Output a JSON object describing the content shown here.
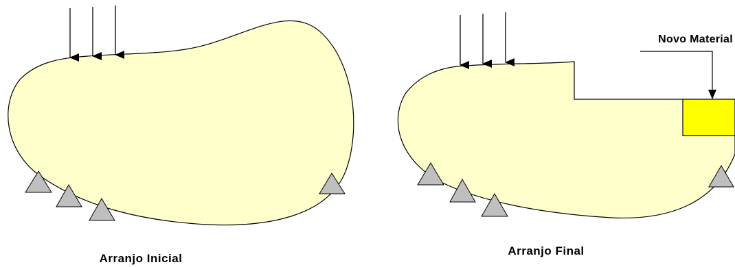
{
  "colors": {
    "body_fill": "#FFFFCC",
    "new_material_fill": "#FFFF00",
    "support_fill": "#BFBFBF",
    "stroke": "#000000"
  },
  "left_panel": {
    "caption": "Arranjo Inicial",
    "load_arrows": 3,
    "supports": 4
  },
  "right_panel": {
    "caption": "Arranjo Final",
    "load_arrows": 3,
    "supports": 4,
    "new_material_label": "Novo Material"
  }
}
